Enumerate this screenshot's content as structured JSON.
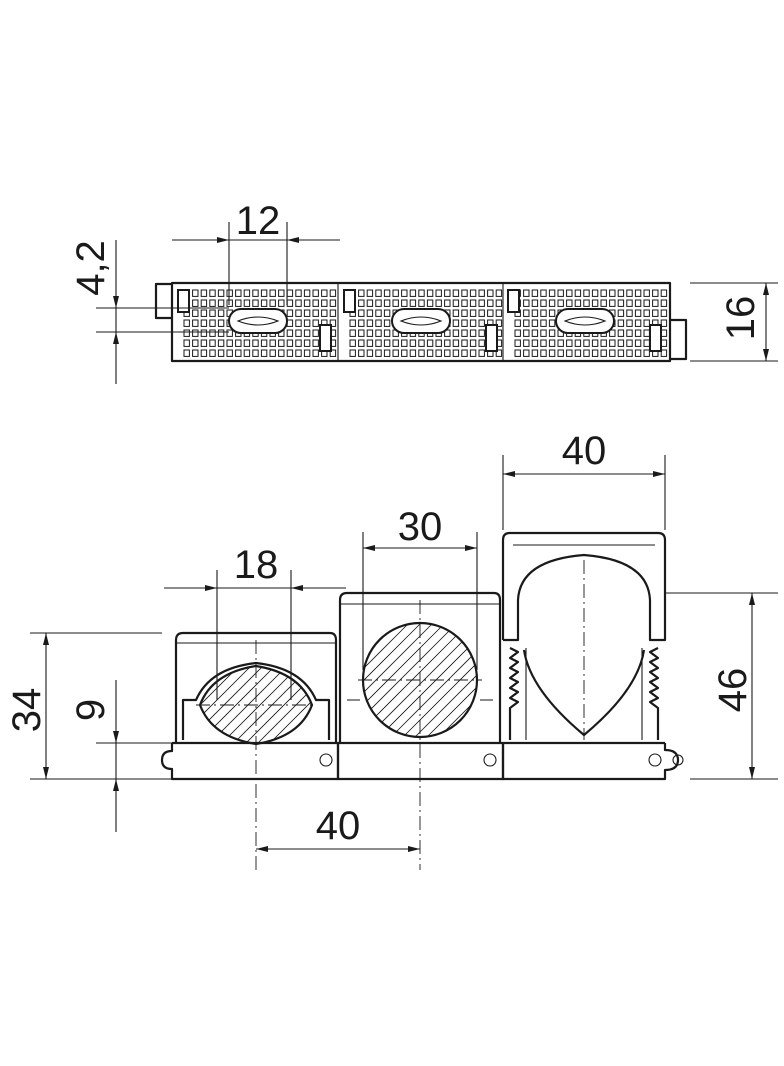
{
  "drawing": {
    "top_view": {
      "dims": {
        "slot_width": "12",
        "plate_offset": "4,2",
        "height": "16"
      }
    },
    "front_view": {
      "dims": {
        "small_diameter": "18",
        "medium_diameter": "30",
        "large_width": "40",
        "pitch": "40",
        "small_height": "34",
        "base_height": "9",
        "large_height": "46"
      }
    }
  },
  "colors": {
    "line": "#1a1a1a",
    "background": "#ffffff"
  }
}
